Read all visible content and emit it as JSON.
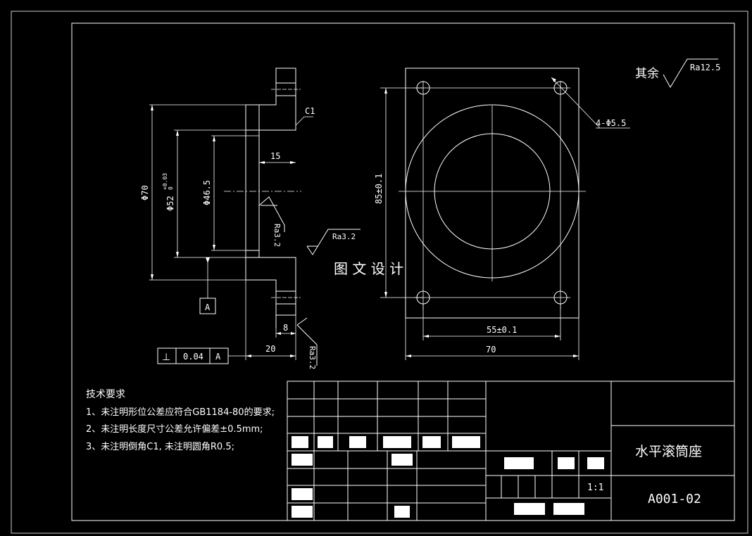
{
  "watermark": "图 文 设 计",
  "roughness_other": {
    "label": "其余",
    "value": "Ra12.5"
  },
  "side_view": {
    "chamfer": "C1",
    "dim_15": "15",
    "dim_phi70": "Φ70",
    "dim_phi52": "Φ52",
    "dim_phi52_tol_upper": "+0.03",
    "dim_phi52_tol_lower": "0",
    "dim_phi46": "Φ46.5",
    "ra_bore": "Ra3.2",
    "ra_face": "Ra3.2",
    "ra_flange": "Ra3.2",
    "dim_8": "8",
    "dim_20": "20",
    "datum": "A"
  },
  "tolerance_frame": {
    "symbol": "⊥",
    "value": "0.04",
    "datum": "A"
  },
  "top_view": {
    "holes_callout": "4-Φ5.5",
    "dim_85": "85±0.1",
    "dim_55": "55±0.1",
    "dim_70": "70"
  },
  "tech_requirements": {
    "title": "技术要求",
    "items": [
      "1、未注明形位公差应符合GB1184-80的要求;",
      "2、未注明长度尺寸公差允许偏差±0.5mm;",
      "3、未注明倒角C1, 未注明圆角R0.5;"
    ]
  },
  "title_block": {
    "part_name": "水平滚筒座",
    "scale": "1:1",
    "drawing_no": "A001-02"
  }
}
